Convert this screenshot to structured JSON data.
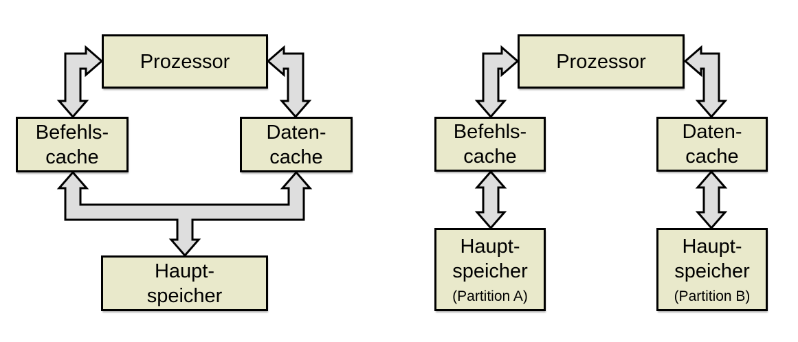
{
  "colors": {
    "background": "#ffffff",
    "box_fill": "#e9e9cb",
    "box_border": "#000000",
    "arrow_fill": "#dedede",
    "arrow_outline": "#000000",
    "text": "#000000"
  },
  "left_diagram": {
    "processor_label": "Prozessor",
    "instruction_cache_line1": "Befehls-",
    "instruction_cache_line2": "cache",
    "data_cache_line1": "Daten-",
    "data_cache_line2": "cache",
    "main_memory_line1": "Haupt-",
    "main_memory_line2": "speicher"
  },
  "right_diagram": {
    "processor_label": "Prozessor",
    "instruction_cache_line1": "Befehls-",
    "instruction_cache_line2": "cache",
    "data_cache_line1": "Daten-",
    "data_cache_line2": "cache",
    "main_memory_a_line1": "Haupt-",
    "main_memory_a_line2": "speicher",
    "main_memory_a_line3": "(Partition A)",
    "main_memory_b_line1": "Haupt-",
    "main_memory_b_line2": "speicher",
    "main_memory_b_line3": "(Partition B)"
  }
}
